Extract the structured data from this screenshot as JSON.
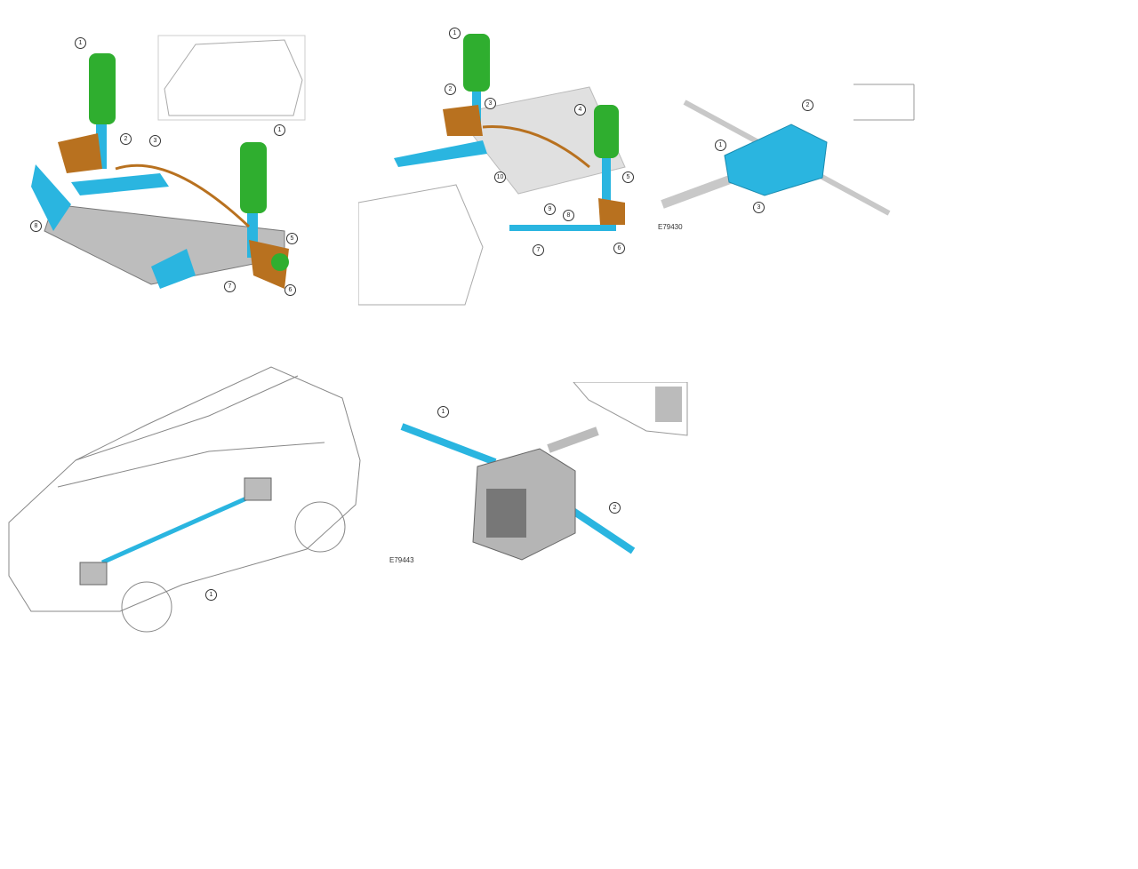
{
  "colors": {
    "spring": "#2fae2f",
    "strut": "#2ab5e0",
    "knuckle": "#b8711f",
    "bolt": "#b030c0",
    "frame": "#b8b8b8",
    "line": "#555555"
  },
  "figures": [
    {
      "name": "front-suspension",
      "callouts": [
        "1",
        "1",
        "2",
        "3",
        "5",
        "6",
        "7",
        "8"
      ]
    },
    {
      "name": "rear-suspension",
      "callouts": [
        "1",
        "2",
        "3",
        "4",
        "5",
        "6",
        "7",
        "8",
        "9",
        "10"
      ]
    },
    {
      "name": "rear-differential",
      "callouts": [
        "1",
        "2",
        "3"
      ],
      "code": "E79430"
    },
    {
      "name": "vehicle-driveshaft",
      "callouts": [
        "1"
      ]
    },
    {
      "name": "transmission-halfshafts",
      "callouts": [
        "1",
        "2"
      ],
      "code": "E79443"
    }
  ]
}
